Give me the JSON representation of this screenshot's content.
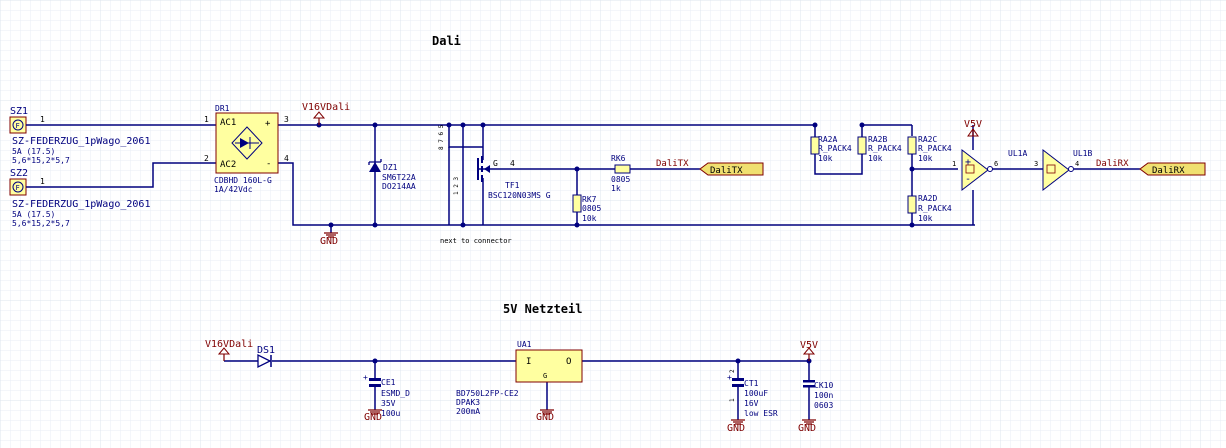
{
  "sections": {
    "dali_title": "Dali",
    "psu_title": "5V Netzteil"
  },
  "colors": {
    "wire": "#00007f",
    "text": "#00007f",
    "power": "#7f0000",
    "component_fill": "#ffffa0",
    "component_stroke": "#7f0000",
    "grid": "#e9eef5",
    "grid_major": "#dde4ee",
    "port_fill": "#f0e070"
  },
  "components": {
    "sz1": {
      "ref": "SZ1",
      "pin": "1",
      "value": "SZ-FEDERZUG_1pWago_2061",
      "line1": "5A (17.5)",
      "line2": "5,6*15,2*5,7"
    },
    "sz2": {
      "ref": "SZ2",
      "pin": "1",
      "value": "SZ-FEDERZUG_1pWago_2061",
      "line1": "5A (17.5)",
      "line2": "5,6*15,2*5,7"
    },
    "dr1": {
      "ref": "DR1",
      "ac1": "AC1",
      "ac2": "AC2",
      "plus": "+",
      "minus": "-",
      "pin1": "1",
      "pin2": "2",
      "pin3": "3",
      "pin4": "4",
      "value": "CDBHD 160L-G",
      "rating": "1A/42Vdc"
    },
    "dz1": {
      "ref": "DZ1",
      "value": "SM6T22A",
      "package": "DO214AA"
    },
    "tf1": {
      "ref": "TF1",
      "value": "BSC120N03MS G",
      "gate": "G",
      "pin_gate": "4",
      "pins_left": "8 7 6 5",
      "pins_bottom": "1 2 3",
      "note": "next to connector"
    },
    "rk6": {
      "ref": "RK6",
      "package": "0805",
      "value": "1k"
    },
    "rk7": {
      "ref": "RK7",
      "package": "0805",
      "value": "10k"
    },
    "ra2a": {
      "ref": "RA2A",
      "value": "R_PACK4",
      "res": "10k"
    },
    "ra2b": {
      "ref": "RA2B",
      "value": "R_PACK4",
      "res": "10k"
    },
    "ra2c": {
      "ref": "RA2C",
      "value": "R_PACK4",
      "res": "10k"
    },
    "ra2d": {
      "ref": "RA2D",
      "value": "R_PACK4",
      "res": "10k"
    },
    "ul1a": {
      "ref": "UL1A",
      "pin_in": "1",
      "pin_out": "6"
    },
    "ul1b": {
      "ref": "UL1B",
      "pin_in": "3",
      "pin_out": "4"
    },
    "ds1": {
      "ref": "DS1"
    },
    "ua1": {
      "ref": "UA1",
      "in": "I",
      "out": "O",
      "gnd": "G",
      "value": "BD750L2FP-CE2",
      "package": "DPAK3",
      "current": "200mA"
    },
    "ce1": {
      "ref": "CE1",
      "value": "ESMD_D",
      "voltage": "35V",
      "cap": "100u"
    },
    "ct1": {
      "ref": "CT1",
      "value": "100uF",
      "voltage": "16V",
      "esr": "low ESR",
      "pin1": "1",
      "pin2": "2"
    },
    "ck10": {
      "ref": "CK10",
      "value": "100n",
      "package": "0603"
    }
  },
  "nets": {
    "v16vdali": "V16VDali",
    "v5v": "V5V",
    "gnd": "GND",
    "dali_tx": "DaliTX",
    "dali_rx": "DaliRX"
  }
}
